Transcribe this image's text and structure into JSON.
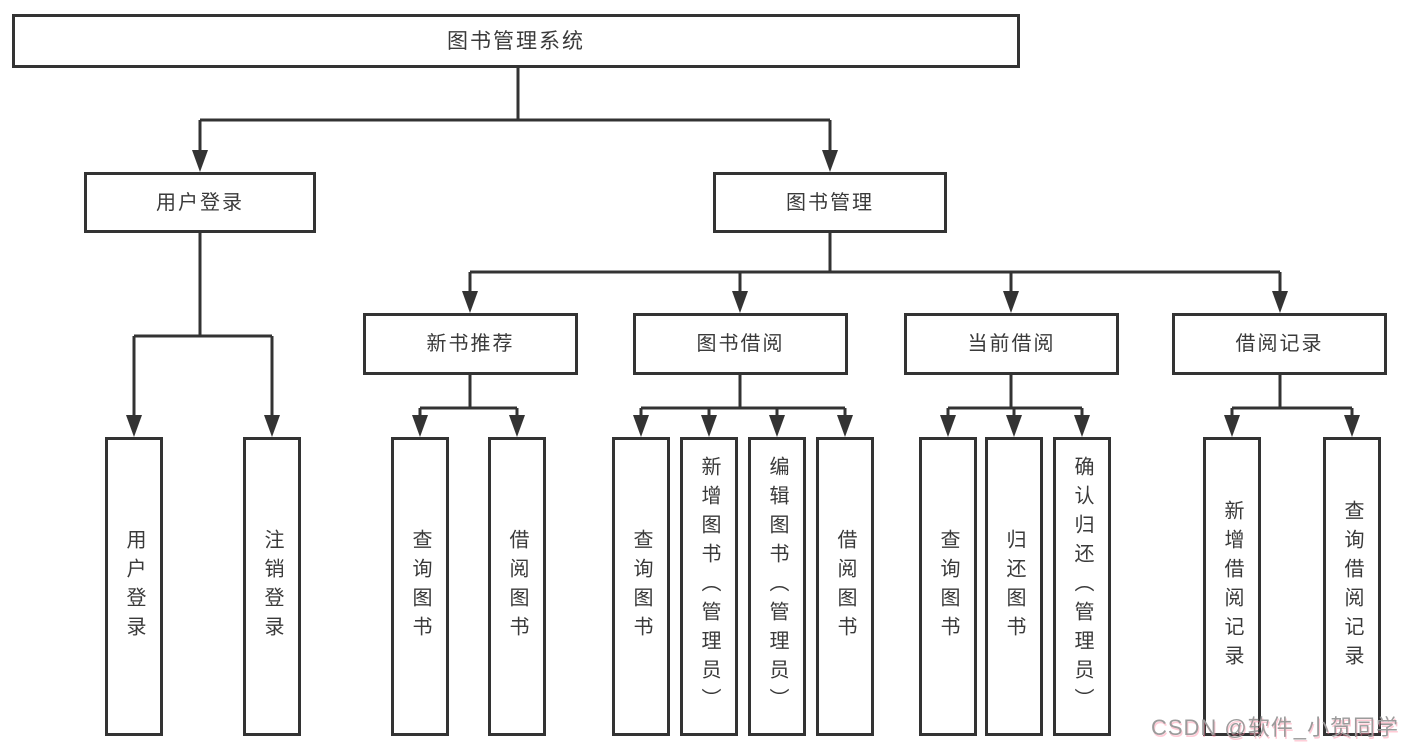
{
  "tree": {
    "root": {
      "label": "图书管理系统"
    },
    "branches": [
      {
        "label": "用户登录",
        "leaves": [
          "用户登录",
          "注销登录"
        ]
      },
      {
        "label": "图书管理",
        "groups": [
          {
            "label": "新书推荐",
            "leaves": [
              "查询图书",
              "借阅图书"
            ]
          },
          {
            "label": "图书借阅",
            "leaves": [
              "查询图书",
              "新增图书（管理员）",
              "编辑图书（管理员）",
              "借阅图书"
            ]
          },
          {
            "label": "当前借阅",
            "leaves": [
              "查询图书",
              "归还图书",
              "确认归还（管理员）"
            ]
          },
          {
            "label": "借阅记录",
            "leaves": [
              "新增借阅记录",
              "查询借阅记录"
            ]
          }
        ]
      }
    ]
  },
  "watermark": "CSDN @软件_小贺同学",
  "colors": {
    "line": "#333333",
    "box_border": "#333333",
    "box_fill": "#ffffff",
    "text": "#3a3a3a",
    "watermark": "#9b9b9b",
    "watermark_accent": "#ff8ca5",
    "background": "#ffffff"
  }
}
